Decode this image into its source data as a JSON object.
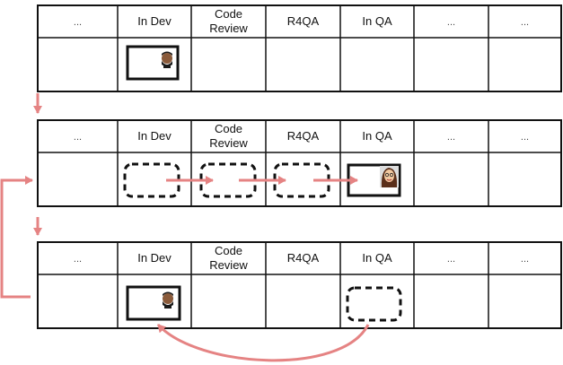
{
  "boards": [
    {
      "id": "board-1",
      "columns": [
        "...",
        "In Dev",
        "Code|Review",
        "R4QA",
        "In QA",
        "...",
        "..."
      ]
    },
    {
      "id": "board-2",
      "columns": [
        "...",
        "In Dev",
        "Code|Review",
        "R4QA",
        "In QA",
        "...",
        "..."
      ]
    },
    {
      "id": "board-3",
      "columns": [
        "...",
        "In Dev",
        "Code|Review",
        "R4QA",
        "In QA",
        "...",
        "..."
      ]
    }
  ],
  "colors": {
    "arrow": "#e58383",
    "line": "#111111",
    "avatarBg": "#cfcfcf"
  },
  "icons": {
    "avatar_a": "developer-avatar-icon",
    "avatar_b": "tester-avatar-icon"
  }
}
